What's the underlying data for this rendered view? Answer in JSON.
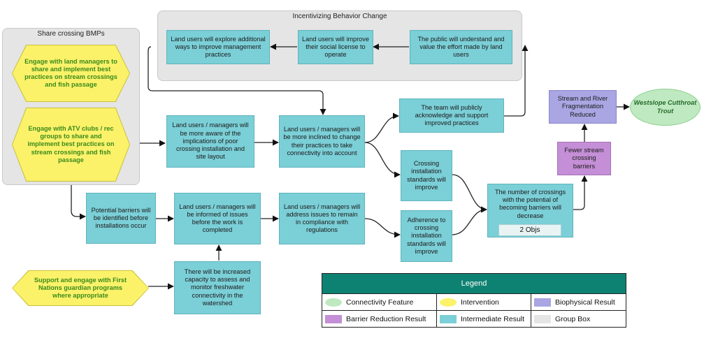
{
  "groups": {
    "share": "Share crossing BMPs",
    "incentive": "Incentivizing Behavior Change"
  },
  "nodes": {
    "hex_engage_land": "Engage with land managers to share and implement best practices on stream crossings and fish passage",
    "hex_engage_atv": "Engage with ATV clubs / rec groups to share and implement best practices on stream crossings and fish passage",
    "hex_first_nations": "Support and engage with First Nations guardian programs where appropriate",
    "explore": "Land users will explore additional ways to improve management practices",
    "social_license": "Land users will improve their social license to operate",
    "public_understand": "The public will understand and value the effort made by land users",
    "aware": "Land users / managers will be more aware of the implications of poor crossing installation and site layout",
    "inclined": "Land users / managers will be more inclined to change their practices to take connectivity into account",
    "acknowledge": "The team will publicly acknowledge and support improved practices",
    "standards_improve": "Crossing installation standards will improve",
    "adherence": "Adherence to crossing installation standards will improve",
    "barriers_identified": "Potential barriers will be identified before installations occur",
    "informed": "Land users / managers will be informed of issues before the work is completed",
    "address": "Land users / managers will address issues to remain in compliance with regulations",
    "capacity": "There will be increased capacity to assess and monitor freshwater connectivity in the watershed",
    "crossings_decrease": "The number of crossings with the potential of becoming barriers will decrease",
    "objs": "2 Objs",
    "fewer_barriers": "Fewer stream crossing barriers",
    "fragmentation": "Stream and River Fragmentation Reduced",
    "trout": "Westslope Cutthroat Trout"
  },
  "legend": {
    "title": "Legend",
    "items": [
      {
        "label": "Connectivity Feature",
        "color": "#bfe9c0",
        "shape": "ellipse"
      },
      {
        "label": "Intervention",
        "color": "#fbf26a",
        "shape": "ellipse"
      },
      {
        "label": "Biophysical Result",
        "color": "#a9a6e3",
        "shape": "rect"
      },
      {
        "label": "Barrier Reduction Result",
        "color": "#c48fd6",
        "shape": "rect"
      },
      {
        "label": "Intermediate Result",
        "color": "#7bcfd7",
        "shape": "rect"
      },
      {
        "label": "Group Box",
        "color": "#e5e5e5",
        "shape": "rect"
      }
    ]
  }
}
